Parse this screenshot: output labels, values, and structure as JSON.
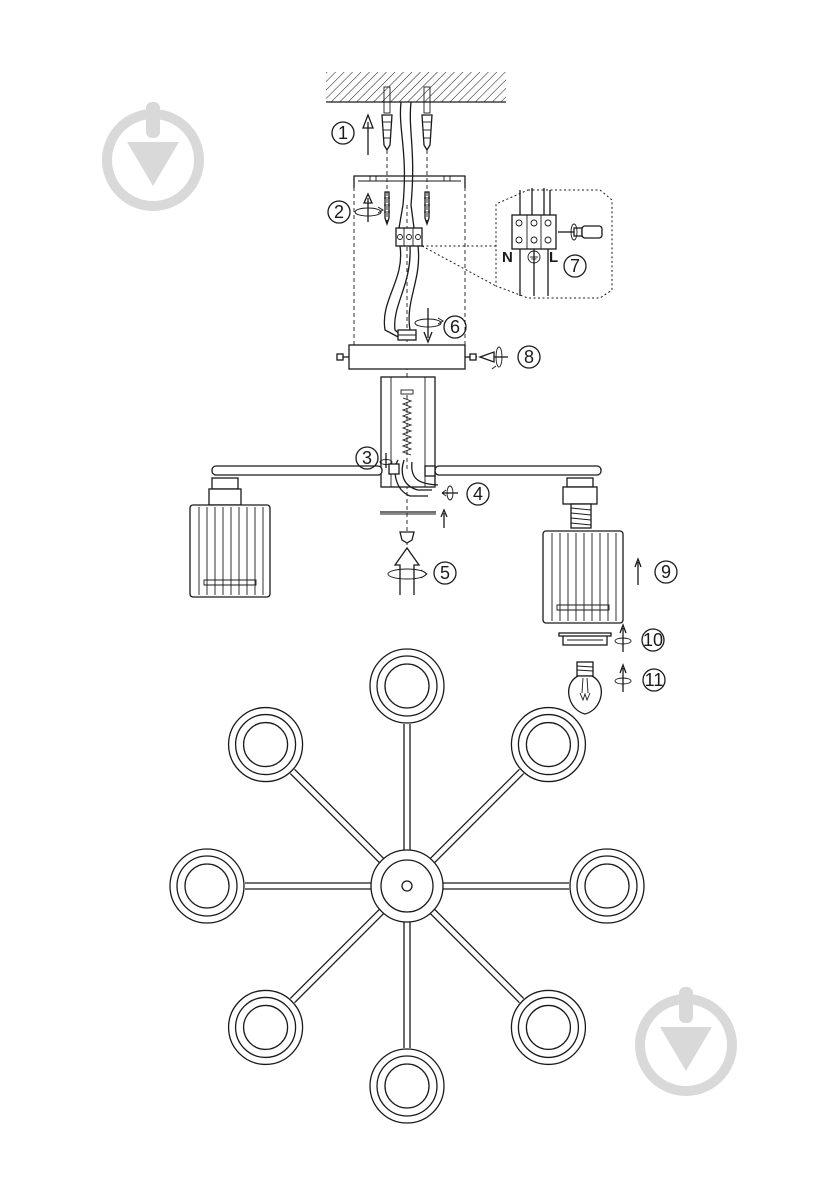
{
  "steps": [
    {
      "id": "1",
      "label": "1"
    },
    {
      "id": "2",
      "label": "2"
    },
    {
      "id": "3",
      "label": "3"
    },
    {
      "id": "4",
      "label": "4"
    },
    {
      "id": "5",
      "label": "5"
    },
    {
      "id": "6",
      "label": "6"
    },
    {
      "id": "7",
      "label": "7"
    },
    {
      "id": "8",
      "label": "8"
    },
    {
      "id": "9",
      "label": "9"
    },
    {
      "id": "10",
      "label": "10"
    },
    {
      "id": "11",
      "label": "11"
    }
  ],
  "terminals": {
    "neutral": "N",
    "live": "L"
  },
  "colors": {
    "line": "#1a1a1a",
    "watermark": "#d9d9d9",
    "background": "#ffffff"
  },
  "icons": [
    "watermark-logo-icon",
    "ceiling-hatch",
    "wall-plug-icon",
    "screw-icon",
    "screwdriver-icon",
    "rotate-arrow-icon",
    "up-arrow-icon",
    "light-bulb-icon",
    "terminal-block-icon",
    "ground-symbol-icon"
  ]
}
